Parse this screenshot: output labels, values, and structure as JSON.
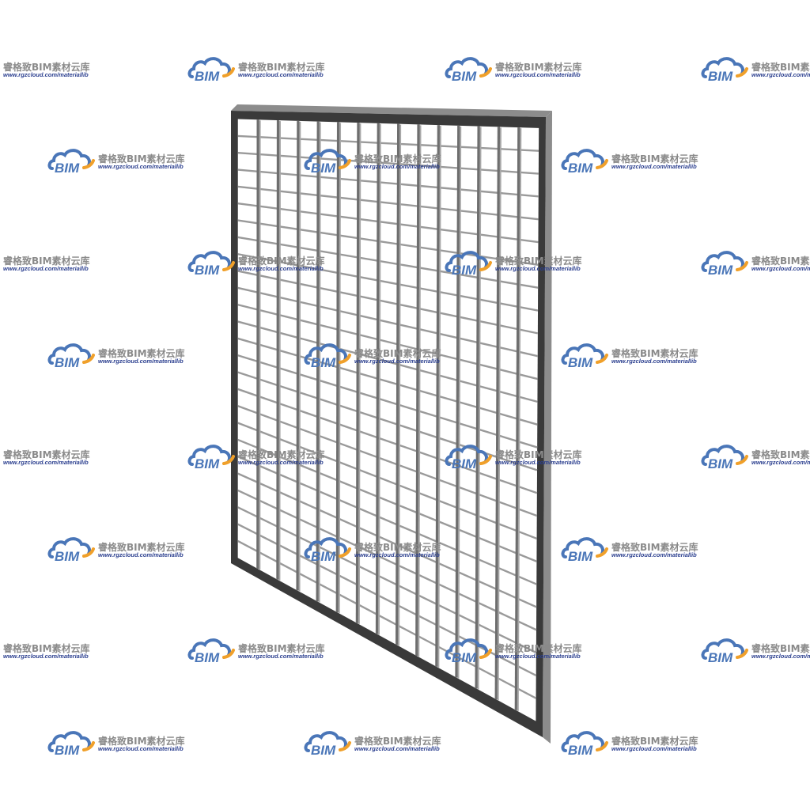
{
  "watermark": {
    "logo_text": "BIM",
    "title": "睿格致BIM素材云库",
    "url": "www.rgzcloud.com/materiallib",
    "cloud_color": "#4a76b8",
    "arc_color": "#f0a02a",
    "title_color": "#8a8a8a",
    "url_color": "#2b3f8f"
  },
  "object": {
    "name": "steel-grating-panel",
    "frame_color": "#3a3a3a",
    "frame_side_color": "#8c8c8c",
    "bar_color": "#6e6e6e",
    "cross_bar_color": "#9a9a9a",
    "background_color": "#ffffff"
  }
}
